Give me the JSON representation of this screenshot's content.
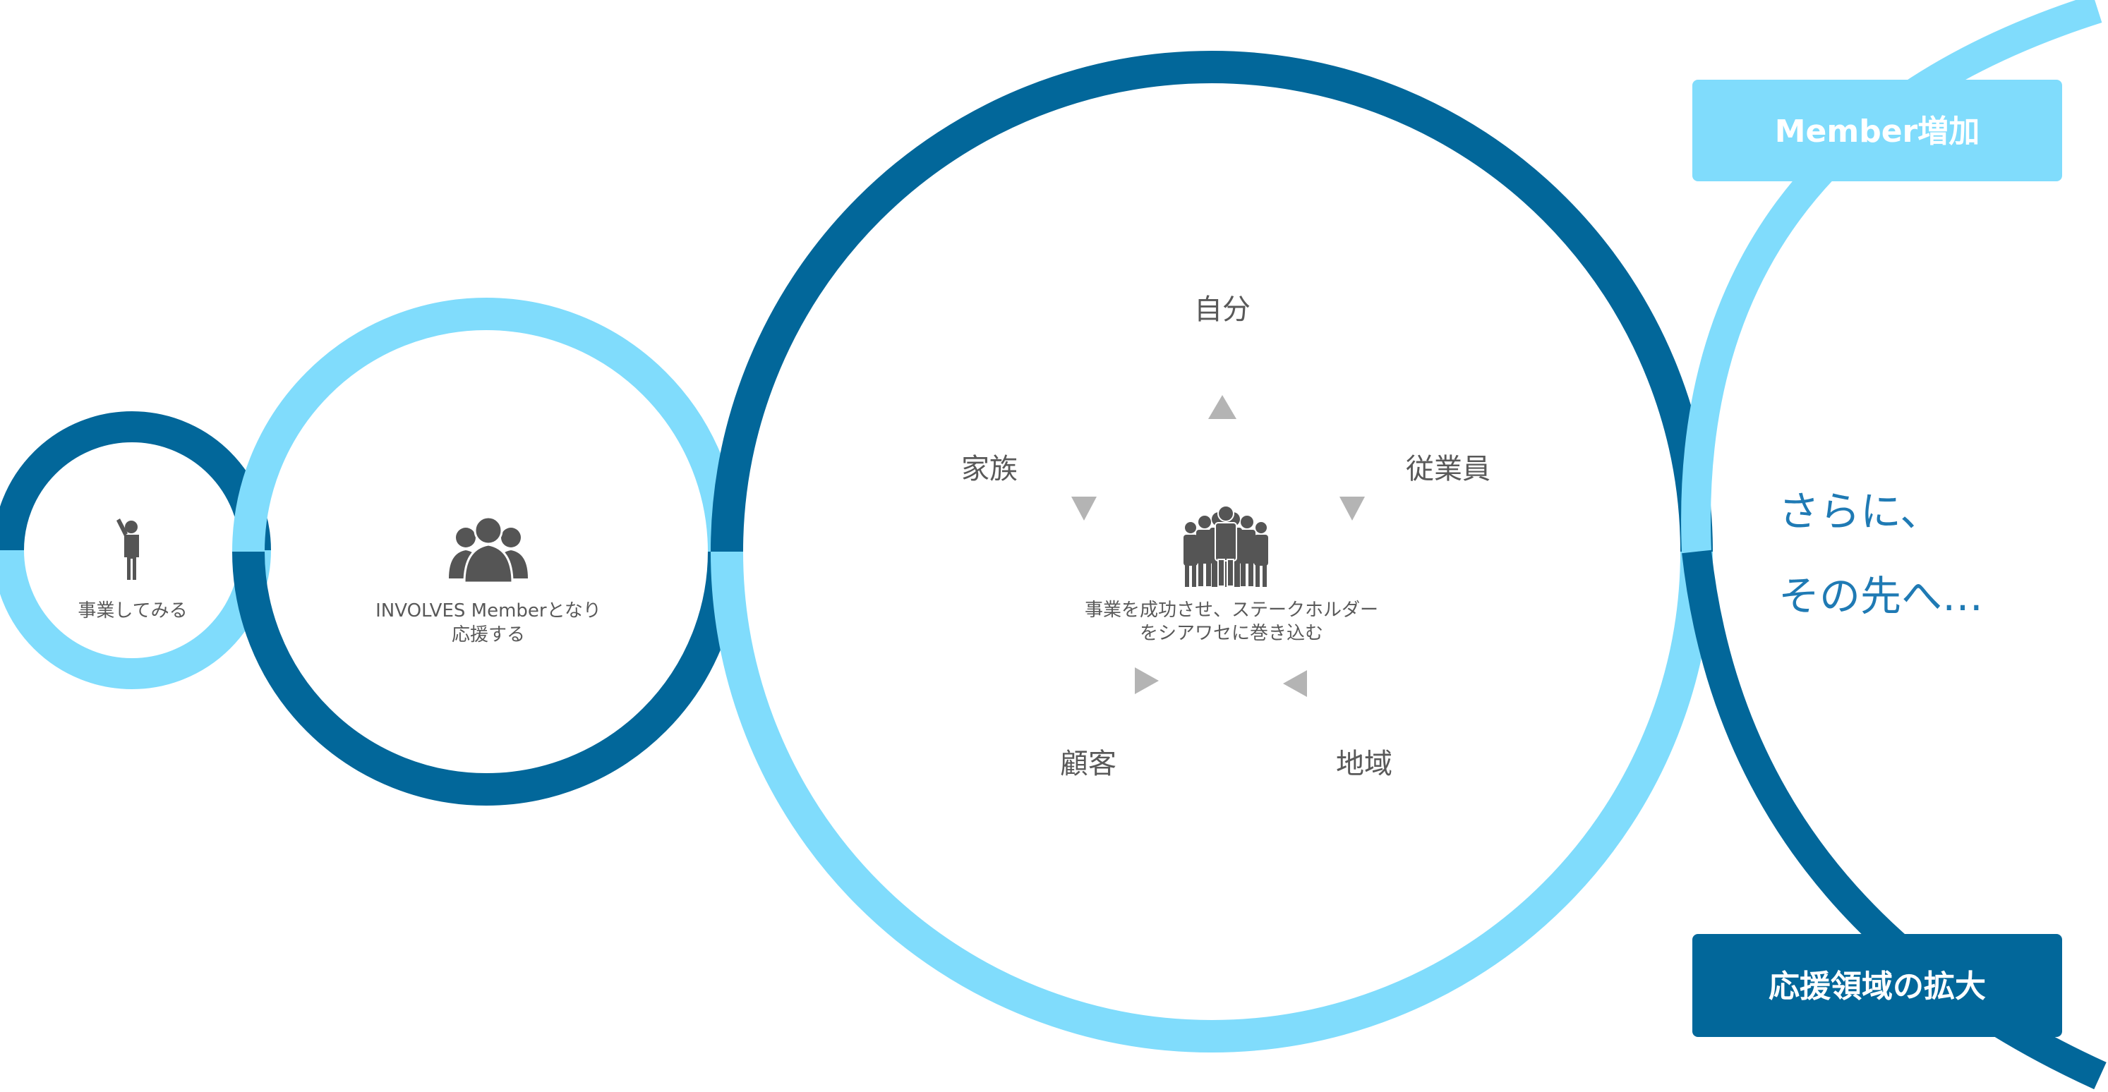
{
  "colors": {
    "dark_blue": "#02679a",
    "light_blue": "#80dcfc",
    "text_gray": "#595959",
    "icon_gray": "#555555",
    "arrow_gray": "#b4b4b4",
    "accent_text": "#1f7ab4",
    "background": "#ffffff"
  },
  "stage1": {
    "label": "事業してみる",
    "icon": "person-raising-hand-icon"
  },
  "stage2": {
    "label_line1": "INVOLVES Memberとなり",
    "label_line2": "応援する",
    "icon": "group-of-people-icon"
  },
  "stage3": {
    "center_line1": "事業を成功させ、ステークホルダー",
    "center_line2": "をシアワセに巻き込む",
    "icon": "crowd-of-business-people-icon",
    "stakeholders": {
      "self": "自分",
      "family": "家族",
      "employees": "従業員",
      "customers": "顧客",
      "community": "地域"
    }
  },
  "future": {
    "line1": "さらに、",
    "line2": "その先へ…"
  },
  "tags": {
    "member_increase": "Member増加",
    "support_expansion": "応援領域の拡大"
  }
}
